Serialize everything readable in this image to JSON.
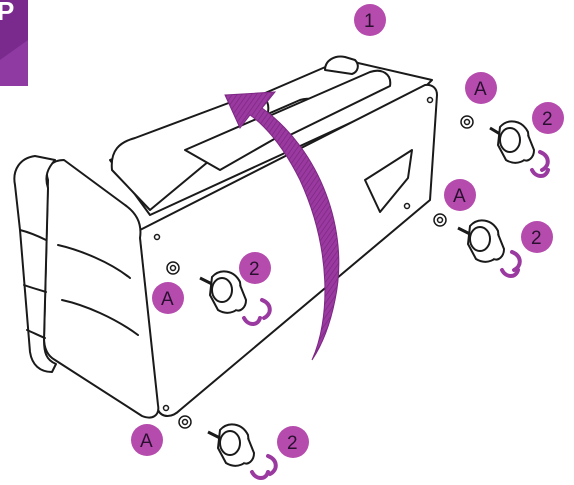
{
  "step_tab": {
    "label": "P"
  },
  "labels": {
    "step_one": "1",
    "glide": "A",
    "foot": "2"
  },
  "colors": {
    "accent": "#8e2f92",
    "badge_fill": "#b54cad",
    "outline": "#1a1a1a",
    "tab": "#7a2a8c"
  }
}
